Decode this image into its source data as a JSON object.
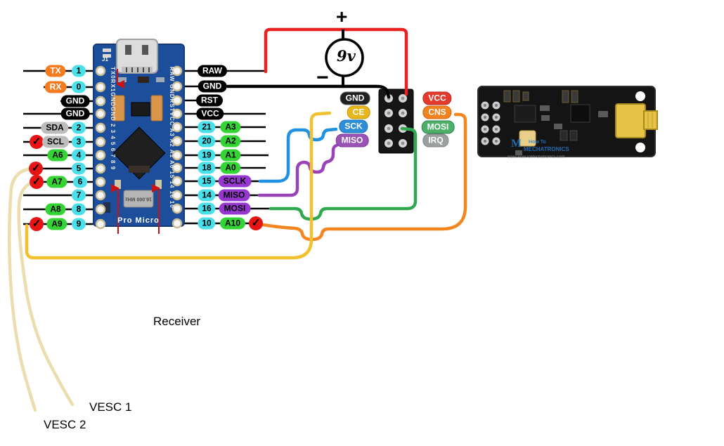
{
  "battery": {
    "plus": "+",
    "minus": "−",
    "voltage": "9v"
  },
  "notes": {
    "receiver": "Receiver",
    "vesc1": "VESC 1",
    "vesc2": "VESC 2"
  },
  "icons": {
    "check": "✓"
  },
  "pro_micro": {
    "board_name": "Pro Micro",
    "j1": "J1",
    "silk_left": "TX0RX1GNDGND 2 3 4 5 6 7 8 9",
    "silk_right": "RAW GNDRSTVCC A3 A2 A1 A0 15 14 16 10",
    "crystal": "16.000 MHz",
    "left_rows": [
      {
        "pin": "1",
        "label": "TX",
        "checked": false
      },
      {
        "pin": "0",
        "label": "RX",
        "checked": false
      },
      {
        "label": "GND",
        "checked": false
      },
      {
        "label": "GND",
        "checked": false
      },
      {
        "pin": "2",
        "label": "SDA",
        "checked": false
      },
      {
        "pin": "3",
        "label": "SCL",
        "checked": true
      },
      {
        "pin": "4",
        "label": "A6",
        "checked": false
      },
      {
        "pin": "5",
        "checked": true
      },
      {
        "pin": "6",
        "label": "A7",
        "checked": true
      },
      {
        "pin": "7",
        "checked": false
      },
      {
        "pin": "8",
        "label": "A8",
        "checked": false
      },
      {
        "pin": "9",
        "label": "A9",
        "checked": true
      }
    ],
    "right_rows": [
      {
        "label": "RAW",
        "checked": false
      },
      {
        "label": "GND",
        "checked": false
      },
      {
        "label": "RST",
        "checked": false
      },
      {
        "label": "VCC",
        "checked": false
      },
      {
        "pin": "21",
        "label": "A3",
        "checked": false
      },
      {
        "pin": "20",
        "label": "A2",
        "checked": false
      },
      {
        "pin": "19",
        "label": "A1",
        "checked": false
      },
      {
        "pin": "18",
        "label": "A0",
        "checked": false
      },
      {
        "pin": "15",
        "label": "SCLK",
        "checked": false
      },
      {
        "pin": "14",
        "label": "MISO",
        "checked": false
      },
      {
        "pin": "16",
        "label": "MOSI",
        "checked": false
      },
      {
        "pin": "10",
        "label": "A10",
        "checked": true
      }
    ]
  },
  "radio_header": {
    "left_labels": [
      "GND",
      "CE",
      "SCK",
      "MISO"
    ],
    "right_labels": [
      "VCC",
      "CNS",
      "MOSI",
      "IRQ"
    ]
  },
  "nrf_module": {
    "watermark": {
      "logo": "M",
      "line1": "How To",
      "line2": "MECHATRONICS",
      "url": "www.HowToMechatronics.com"
    }
  },
  "colors": {
    "wire_red": "#e82020",
    "wire_black": "#000000",
    "wire_yellow": "#f2c12e",
    "wire_blue": "#2191e2",
    "wire_purple": "#9a43b8",
    "wire_green": "#2fa84f",
    "wire_orange": "#f5861f",
    "wire_cream": "#ebddae",
    "pcb_blue": "#1c4e9c",
    "pill_cyan": "#4ae0ea",
    "pill_green": "#35d435",
    "pill_orange": "#f47c20",
    "pill_purple": "#9637cf",
    "check_red": "#e61414"
  }
}
